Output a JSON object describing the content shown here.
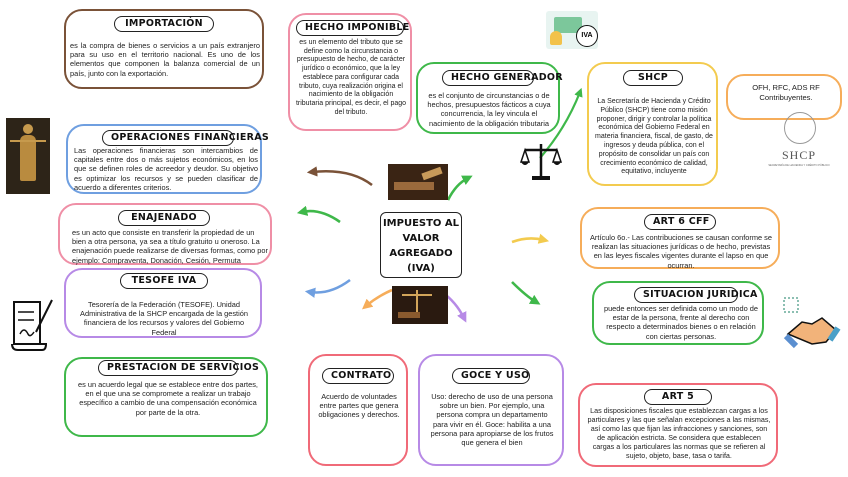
{
  "center": {
    "line1": "IMPUESTO AL",
    "line2": "VALOR",
    "line3": "AGREGADO",
    "line4": "(IVA)"
  },
  "importacion": {
    "title": "IMPORTACIÓN",
    "body": "es la compra de bienes o servicios a un país extranjero para su uso en el territorio nacional. Es uno de los elementos que componen la balanza comercial de un país, junto con la exportación."
  },
  "hecho_imponible": {
    "title": "HECHO IMPONIBLE",
    "body": "es un elemento del tributo que se define como la circunstancia o presupuesto de hecho, de carácter jurídico o económico, que la ley establece para configurar cada tributo, cuya realización origina el nacimiento de la obligación tributaria principal, es decir, el pago del tributo."
  },
  "hecho_generador": {
    "title": "HECHO GENERADOR",
    "body": "es el conjunto de circunstancias o de hechos, presupuestos fácticos a cuya concurrencia, la ley vincula el nacimiento de la obligación tributaria"
  },
  "shcp": {
    "title": "SHCP",
    "body": "La Secretaría de Hacienda y Crédito Público (SHCP) tiene como misión proponer, dirigir y controlar la política económica del Gobierno Federal en materia financiera, fiscal, de gasto, de ingresos y deuda pública, con el propósito de consolidar un país con crecimiento económico de calidad, equitativo, incluyente"
  },
  "contribuyentes": {
    "body": "OFH, RFC, ADS RF Contribuyentes."
  },
  "iva_badge": {
    "label": "IVA"
  },
  "shcp_logo": {
    "label": "SHCP",
    "sub": "SECRETARÍA DE HACIENDA Y CRÉDITO PÚBLICO"
  },
  "operaciones": {
    "title": "OPERACIONES FINANCIERAS",
    "body": "Las operaciones financieras son intercambios de capitales entre dos o más sujetos económicos, en los que se definen roles de acreedor y deudor. Su objetivo es optimizar los recursos y se pueden clasificar de acuerdo a diferentes criterios."
  },
  "enajenado": {
    "title": "ENAJENADO",
    "body": "es un acto que consiste en transferir la propiedad de un bien a otra persona, ya sea a título gratuito u oneroso. La enajenación puede realizarse de diversas formas, como por ejemplo: Compraventa, Donación, Cesión, Permuta"
  },
  "tesofe": {
    "title": "TESOFE IVA",
    "body": "Tesorería de la Federación (TESOFE). Unidad Administrativa de la SHCP encargada de la gestión financiera de los recursos y valores del Gobierno Federal"
  },
  "prestacion": {
    "title": "PRESTACION DE SERVICIOS",
    "body": "es un acuerdo legal que se establece entre dos partes, en el que una se compromete a realizar un trabajo específico a cambio de una compensación económica por parte de la otra."
  },
  "contrato": {
    "title": "CONTRATO",
    "body": "Acuerdo de voluntades entre partes que genera obligaciones y derechos."
  },
  "goce": {
    "title": "GOCE Y USO",
    "body": "Uso: derecho de uso de una persona sobre un bien. Por ejemplo, una persona compra un departamento para vivir en él. Goce: habilita a una persona para apropiarse de los frutos que genera el bien"
  },
  "art6": {
    "title": "ART 6 CFF",
    "body": "Artículo 6o.- Las contribuciones se causan conforme se realizan las situaciones jurídicas o de hecho, previstas en las leyes fiscales vigentes durante el lapso en que ocurran."
  },
  "situacion": {
    "title": "SITUACION JURIDICA",
    "body": "puede entonces ser definida como un modo de estar de la persona, frente al derecho con respecto a determinados bienes o en relación con ciertas personas."
  },
  "art5": {
    "title": "ART 5",
    "body": "Las disposiciones fiscales que establezcan cargas a los particulares y las que señalan excepciones a las mismas, así como las que fijan las infracciones y sanciones, son de aplicación estricta. Se considera que establecen cargas a los particulares las normas que se refieren al sujeto, objeto, base, tasa o tarifa."
  },
  "colors": {
    "brown": "#7a5238",
    "pink": "#ef8fa6",
    "green": "#3fb84a",
    "orange": "#f6ad5a",
    "blue": "#6f9fe0",
    "purple": "#b78ae6",
    "gold": "#f3cb4f",
    "red": "#f06a78"
  }
}
